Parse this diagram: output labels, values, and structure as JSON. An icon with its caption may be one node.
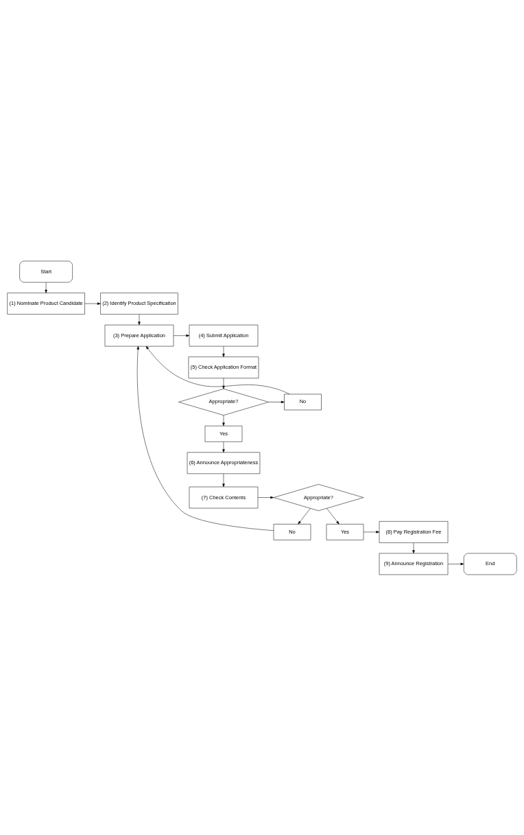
{
  "diagram": {
    "nodes": [
      {
        "text": [
          "Start"
        ]
      },
      {
        "text": [
          "(1) Nominate Product Candidate"
        ]
      },
      {
        "text": [
          "(2) Identify Product Specification"
        ]
      },
      {
        "text": [
          "(3) Prepare Application"
        ]
      },
      {
        "text": [
          "(4) Submit Application"
        ]
      },
      {
        "text": [
          "(5) Check Application Format"
        ]
      },
      {
        "text": [
          "Appropriate?"
        ]
      },
      {
        "text": [
          "No"
        ]
      },
      {
        "text": [
          "Yes"
        ]
      },
      {
        "text": [
          "(6) Announce Appropriateness"
        ]
      },
      {
        "text": [
          "(7) Check Contents"
        ]
      },
      {
        "text": [
          "Appropriate?"
        ]
      },
      {
        "text": [
          "No"
        ]
      },
      {
        "text": [
          "Yes"
        ]
      },
      {
        "text": [
          "(8) Pay Registration Fee"
        ]
      },
      {
        "text": [
          "(9) Announce Registration"
        ]
      },
      {
        "text": [
          "End"
        ]
      }
    ],
    "edges": [
      {
        "from": 0,
        "to": 1,
        "arrow": "to"
      },
      {
        "from": 1,
        "to": 2,
        "arrow": "to"
      },
      {
        "from": 2,
        "to": 3,
        "arrow": "to"
      },
      {
        "from": 3,
        "to": 4,
        "arrow": "to"
      },
      {
        "from": 4,
        "to": 5,
        "arrow": "to"
      },
      {
        "from": 5,
        "to": 6,
        "arrow": "to"
      },
      {
        "from": 6,
        "to": 7,
        "arrow": "to"
      },
      {
        "from": 7,
        "to": 3,
        "arrow": "to"
      },
      {
        "from": 6,
        "to": 8,
        "arrow": "to"
      },
      {
        "from": 8,
        "to": 9,
        "arrow": "to"
      },
      {
        "from": 9,
        "to": 10,
        "arrow": "to"
      },
      {
        "from": 10,
        "to": 11,
        "arrow": "to"
      },
      {
        "from": 11,
        "to": 12,
        "arrow": "to"
      },
      {
        "from": 12,
        "to": 3,
        "arrow": "to"
      },
      {
        "from": 11,
        "to": 13,
        "arrow": "to"
      },
      {
        "from": 13,
        "to": 14,
        "arrow": "to"
      },
      {
        "from": 14,
        "to": 15,
        "arrow": "to"
      },
      {
        "from": 15,
        "to": 16,
        "arrow": "to"
      }
    ]
  }
}
